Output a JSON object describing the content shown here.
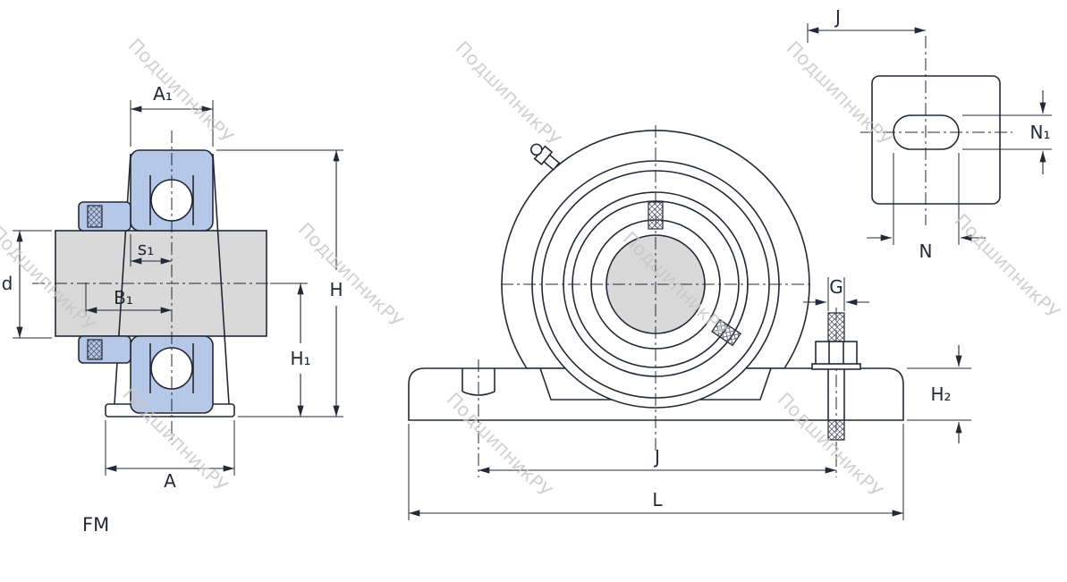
{
  "watermark": {
    "text": "ПодшипникРУ"
  },
  "colors": {
    "line": "#232936",
    "bearing_fill": "#b6c8e8",
    "shaft_fill": "#d9d9d9",
    "watermark": "#c6c6c6"
  },
  "views": {
    "side": {
      "a1": "A₁",
      "s1": "s₁",
      "b1": "B₁",
      "d": "d",
      "h": "H",
      "h1": "H₁",
      "a": "A",
      "caption": "FM"
    },
    "front": {
      "g": "G",
      "h2": "H₂",
      "j": "J",
      "l": "L"
    },
    "top": {
      "j": "J",
      "n1": "N₁",
      "n": "N"
    }
  }
}
